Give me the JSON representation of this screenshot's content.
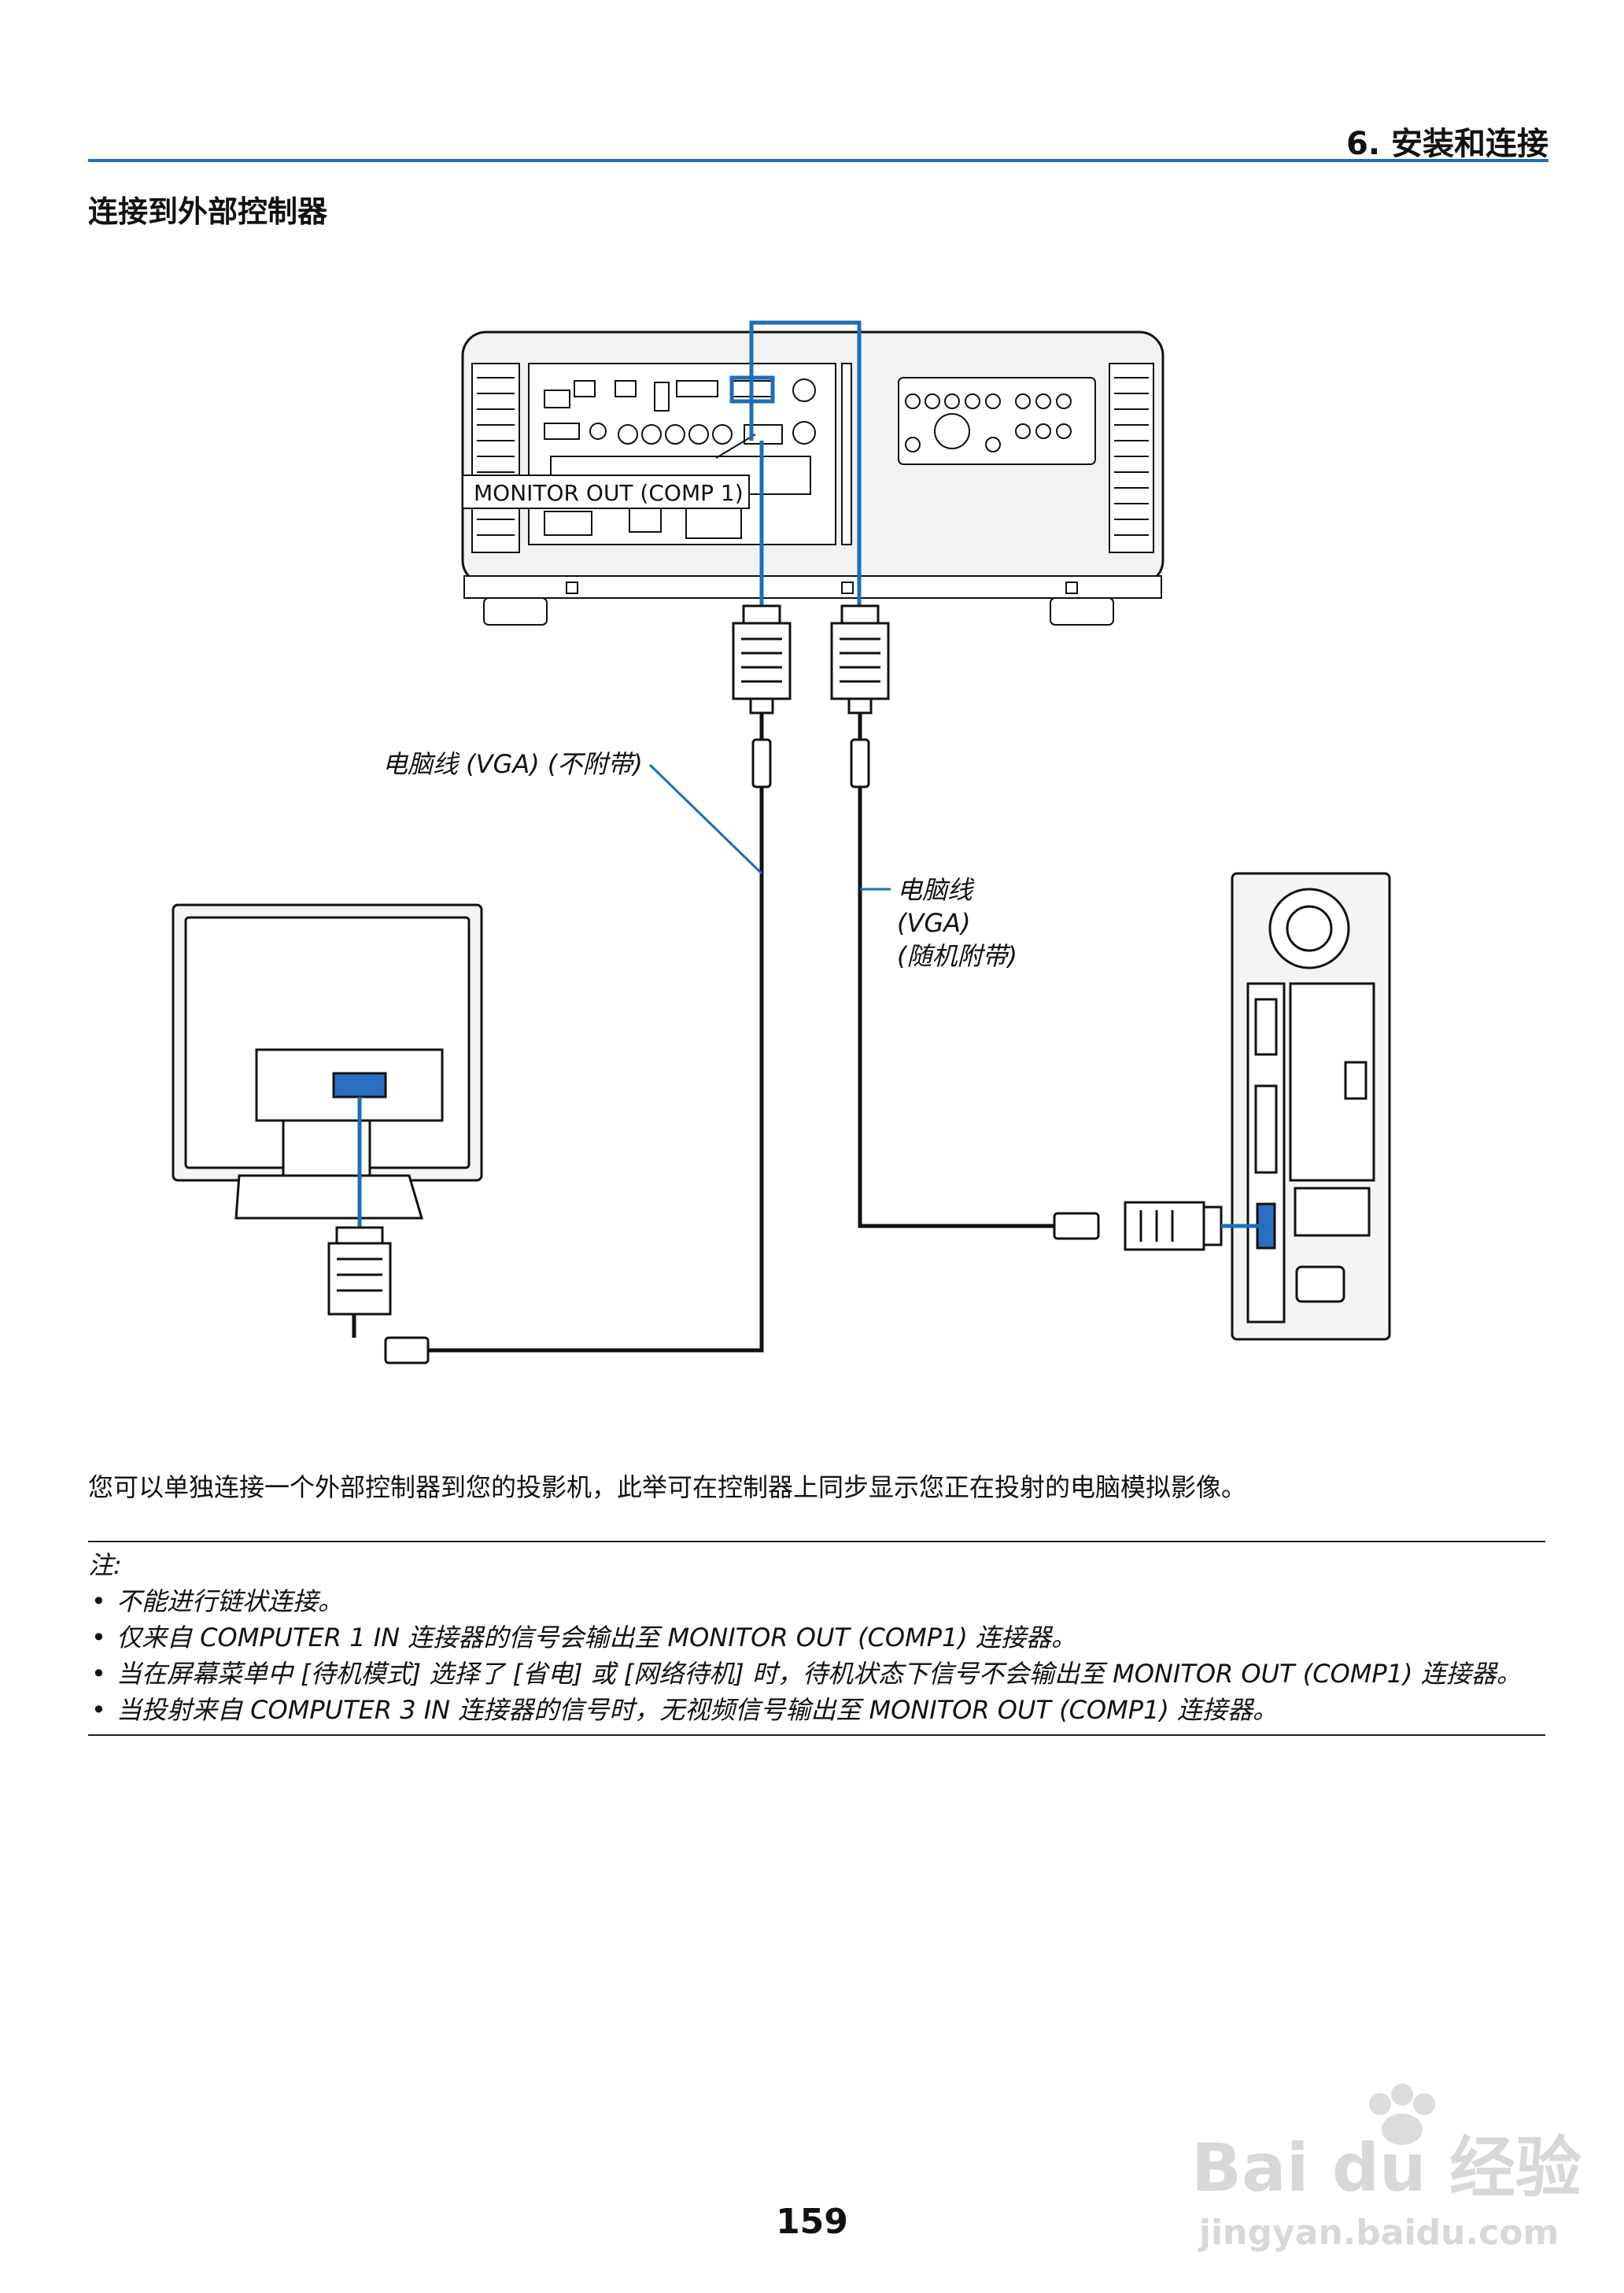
{
  "header": {
    "chapter": "6. 安装和连接"
  },
  "section": {
    "title": "连接到外部控制器"
  },
  "diagram": {
    "monitor_out_label": "MONITOR OUT (COMP 1)",
    "cable_not_supplied": "电脑线 (VGA) (不附带)",
    "cable_supplied_line1": "电脑线",
    "cable_supplied_line2": "(VGA)",
    "cable_supplied_line3": "(随机附带)",
    "colors": {
      "accent": "#1d6eb8",
      "line": "#111111",
      "device_fill": "#f2f2f2"
    }
  },
  "body": {
    "paragraph": "您可以单独连接一个外部控制器到您的投影机，此举可在控制器上同步显示您正在投射的电脑模拟影像。"
  },
  "notes": {
    "title": "注:",
    "items": [
      "不能进行链状连接。",
      "仅来自 COMPUTER 1 IN 连接器的信号会输出至 MONITOR OUT (COMP1) 连接器。",
      "当在屏幕菜单中 [待机模式] 选择了 [省电] 或 [网络待机] 时，待机状态下信号不会输出至 MONITOR OUT (COMP1) 连接器。",
      "当投射来自 COMPUTER 3 IN 连接器的信号时，无视频信号输出至 MONITOR OUT (COMP1) 连接器。"
    ]
  },
  "footer": {
    "page_number": "159"
  },
  "watermark": {
    "brand": "Bai du 经验",
    "url": "jingyan.baidu.com"
  }
}
